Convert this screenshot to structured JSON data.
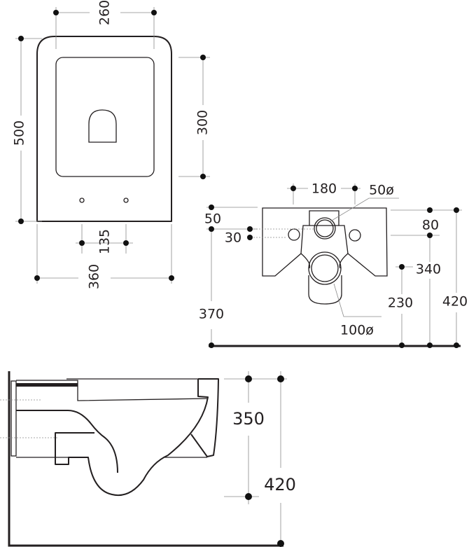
{
  "top_view": {
    "width_inner": "260",
    "length": "500",
    "inner_length": "300",
    "hole_spacing": "135",
    "width": "360"
  },
  "front_view": {
    "inlet_spacing": "180",
    "inlet_diameter": "50ø",
    "top_offset": "50",
    "fixing_offset": "30",
    "inlet_offset": "80",
    "inlet_height": "340",
    "outlet_height": "230",
    "fixing_height": "370",
    "total_height": "420",
    "outlet_diameter": "100ø"
  },
  "side_view": {
    "depth": "350",
    "height": "420"
  },
  "colors": {
    "line": "#231f20",
    "dimension": "#8a8a8a"
  }
}
